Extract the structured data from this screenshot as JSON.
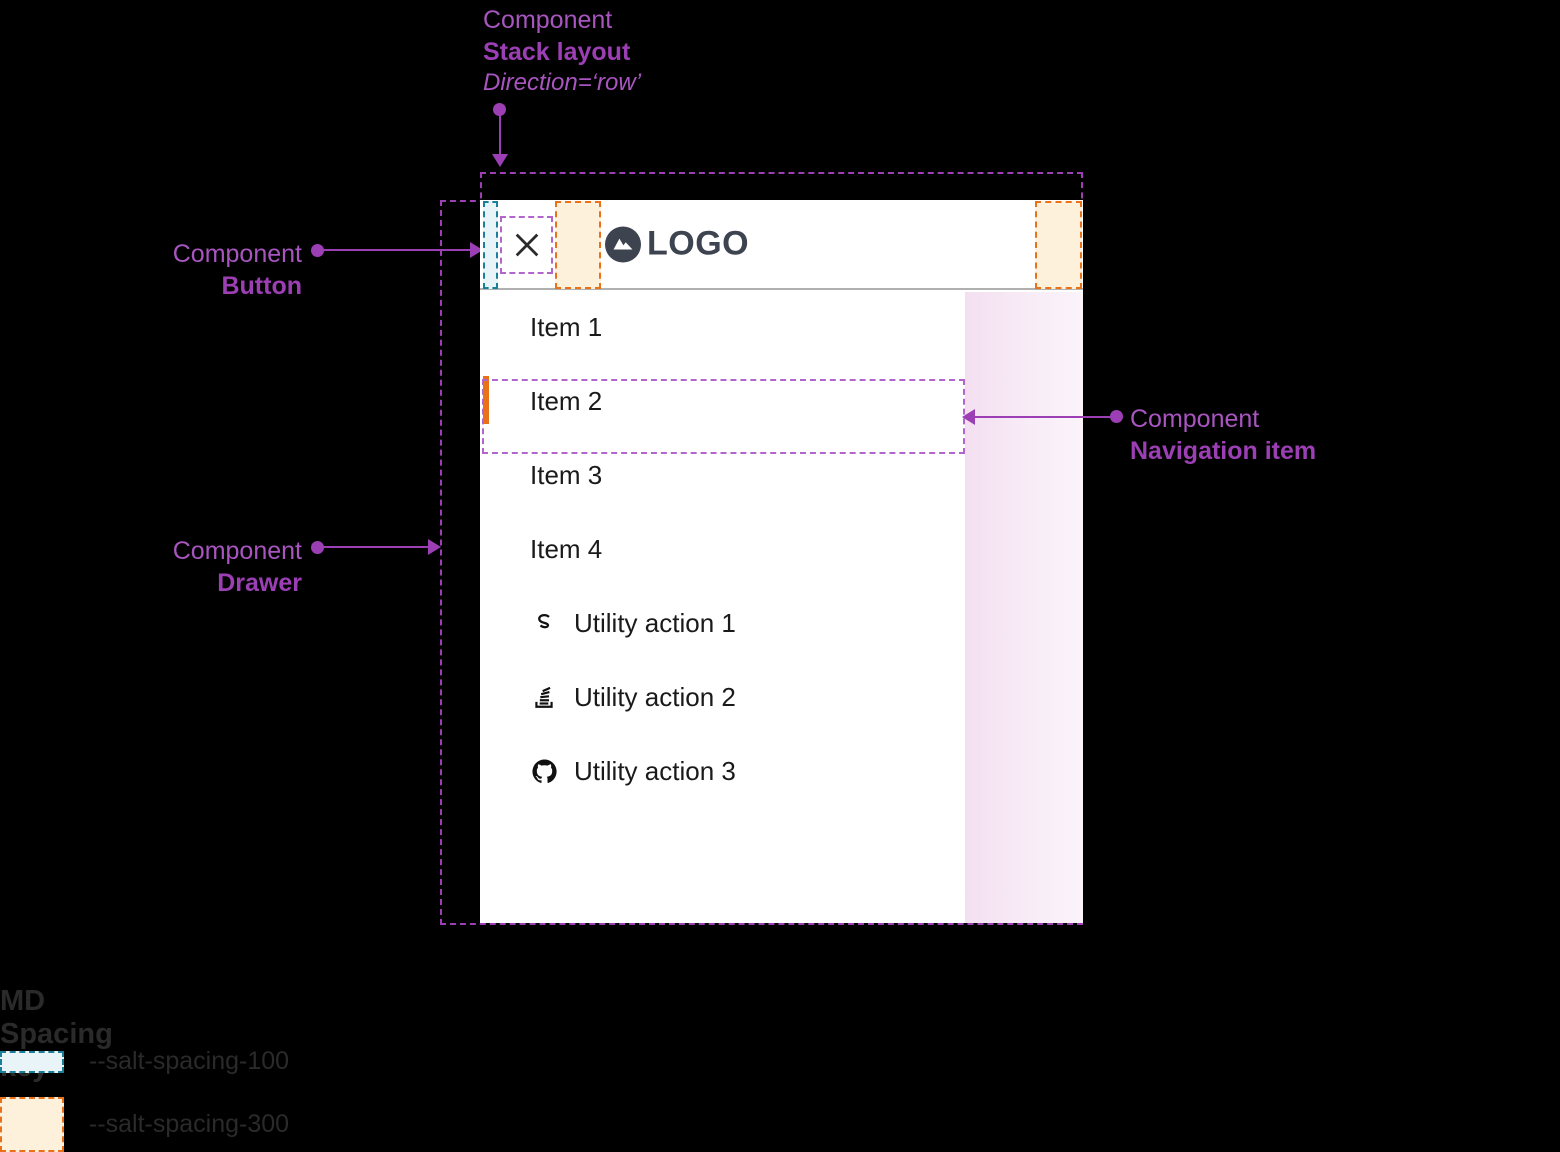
{
  "annotations": {
    "stack_layout": {
      "kicker": "Component",
      "name": "Stack layout",
      "prop": "Direction=‘row’"
    },
    "button": {
      "kicker": "Component",
      "name": "Button"
    },
    "drawer": {
      "kicker": "Component",
      "name": "Drawer"
    },
    "navigation_item": {
      "kicker": "Component",
      "name": "Navigation item"
    }
  },
  "drawer": {
    "header": {
      "close_button_label": "Close",
      "close_icon": "close-icon",
      "logo_icon": "mountain-logo-icon",
      "logo_text": "LOGO"
    },
    "nav_items": [
      {
        "label": "Item 1",
        "selected": false
      },
      {
        "label": "Item 2",
        "selected": true
      },
      {
        "label": "Item 3",
        "selected": false
      },
      {
        "label": "Item 4",
        "selected": false
      }
    ],
    "utility_actions": [
      {
        "label": "Utility action 1",
        "icon": "salt-s-icon"
      },
      {
        "label": "Utility action 2",
        "icon": "stack-overflow-icon"
      },
      {
        "label": "Utility action 3",
        "icon": "github-icon"
      }
    ]
  },
  "spacing_key": {
    "title": "MD Spacing key",
    "entries": [
      {
        "token": "--salt-spacing-100",
        "fill": "#e8f4f7",
        "stroke": "#1b7f99"
      },
      {
        "token": "--salt-spacing-300",
        "fill": "#fdf1dc",
        "stroke": "#e8711a"
      }
    ]
  },
  "colors": {
    "background": "#000000",
    "annotation_light": "#a855c0",
    "annotation_bold": "#9c3fb4",
    "surface": "#ffffff",
    "selection_indicator": "#e8711a",
    "highlight_panel": "#f3dff0",
    "logo_dark": "#3d4450"
  }
}
